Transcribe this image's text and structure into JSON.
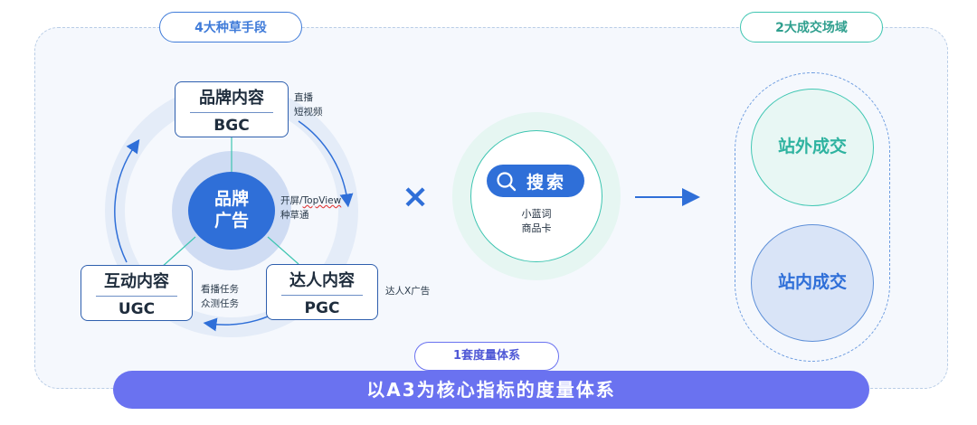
{
  "top_tags": {
    "left": "4大种草手段",
    "right": "2大成交场域"
  },
  "brand_content": {
    "title": "品牌内容",
    "code": "BGC"
  },
  "interactive_content": {
    "title": "互动内容",
    "code": "UGC"
  },
  "creator_content": {
    "title": "达人内容",
    "code": "PGC"
  },
  "center_ad": {
    "line1": "品牌",
    "line2": "广告"
  },
  "notes": {
    "brand_line1": "直播",
    "brand_line2": "短视频",
    "ad_line1_prefix": "开屏/",
    "ad_line1_underlined": "TopView",
    "ad_line2": "种草通",
    "interactive_line1": "看播任务",
    "interactive_line2": "众测任务",
    "creator_line1": "达人X广告"
  },
  "cross_symbol": "×",
  "search": {
    "label": "搜索",
    "sub_line1": "小蓝词",
    "sub_line2": "商品卡",
    "icon": "search-icon"
  },
  "deal_areas": {
    "outside": "站外成交",
    "inside": "站内成交"
  },
  "metric_tag": "1套度量体系",
  "bottom_banner": "以A3为核心指标的度量体系",
  "colors": {
    "primary_blue": "#2f6fd8",
    "teal": "#3ec5b1",
    "purple": "#6a72f0",
    "frame_bg": "#f5f8fd"
  }
}
